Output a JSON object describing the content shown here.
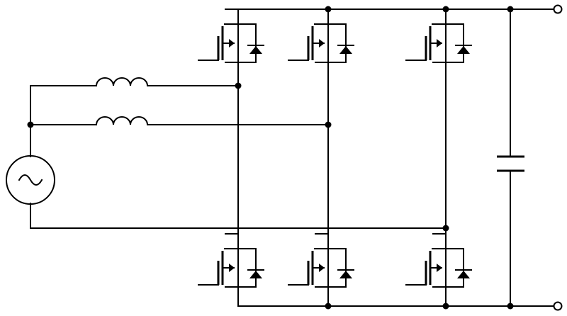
{
  "diagram": {
    "kind": "three-phase-active-rectifier-schematic",
    "stroke_color": "#000000",
    "background_color": "#ffffff",
    "components": {
      "source": {
        "type": "ac-voltage-source",
        "symbol": "sine-wave"
      },
      "inductors": [
        {
          "name": "inductor-top",
          "turns": 3
        },
        {
          "name": "inductor-bottom",
          "turns": 3
        }
      ],
      "switch_legs": 3,
      "switch_type": "mosfet-with-antiparallel-diode",
      "switches_per_leg": 2,
      "dc_link_capacitor": 1,
      "output_terminals": 2
    }
  }
}
